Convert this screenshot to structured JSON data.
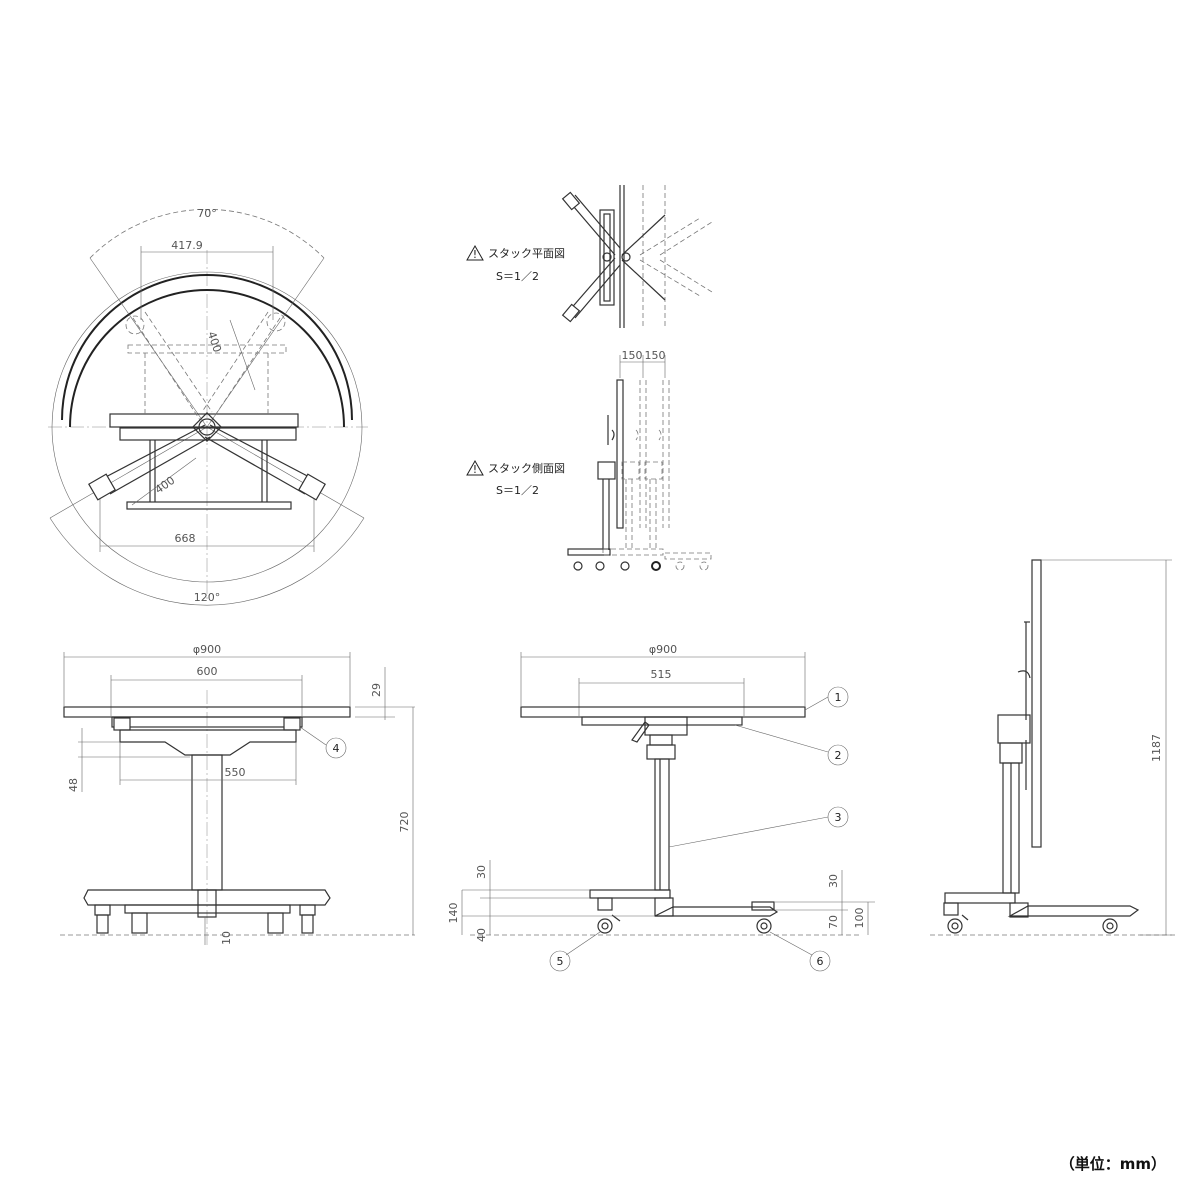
{
  "plan_view": {
    "angle_top": "70°",
    "angle_bottom": "120°",
    "dim_417": "417.9",
    "dim_400a": "400",
    "dim_400b": "400",
    "dim_668": "668"
  },
  "stack_plan": {
    "label": "スタック平面図",
    "scale": "S＝1／2"
  },
  "stack_side": {
    "label": "スタック側面図",
    "scale": "S＝1／2",
    "dim_150a": "150",
    "dim_150b": "150"
  },
  "front_view": {
    "dim_dia": "φ900",
    "dim_600": "600",
    "dim_29": "29",
    "dim_48": "48",
    "dim_550": "550",
    "dim_720": "720",
    "dim_10": "10",
    "balloon_4": "4"
  },
  "side_view": {
    "dim_dia": "φ900",
    "dim_515": "515",
    "dim_30a": "30",
    "dim_140": "140",
    "dim_40": "40",
    "dim_30b": "30",
    "dim_70": "70",
    "dim_100": "100",
    "balloon_1": "1",
    "balloon_2": "2",
    "balloon_3": "3",
    "balloon_5": "5",
    "balloon_6": "6"
  },
  "folded_view": {
    "dim_1187": "1187"
  },
  "unit_note": "（単位：mm）"
}
